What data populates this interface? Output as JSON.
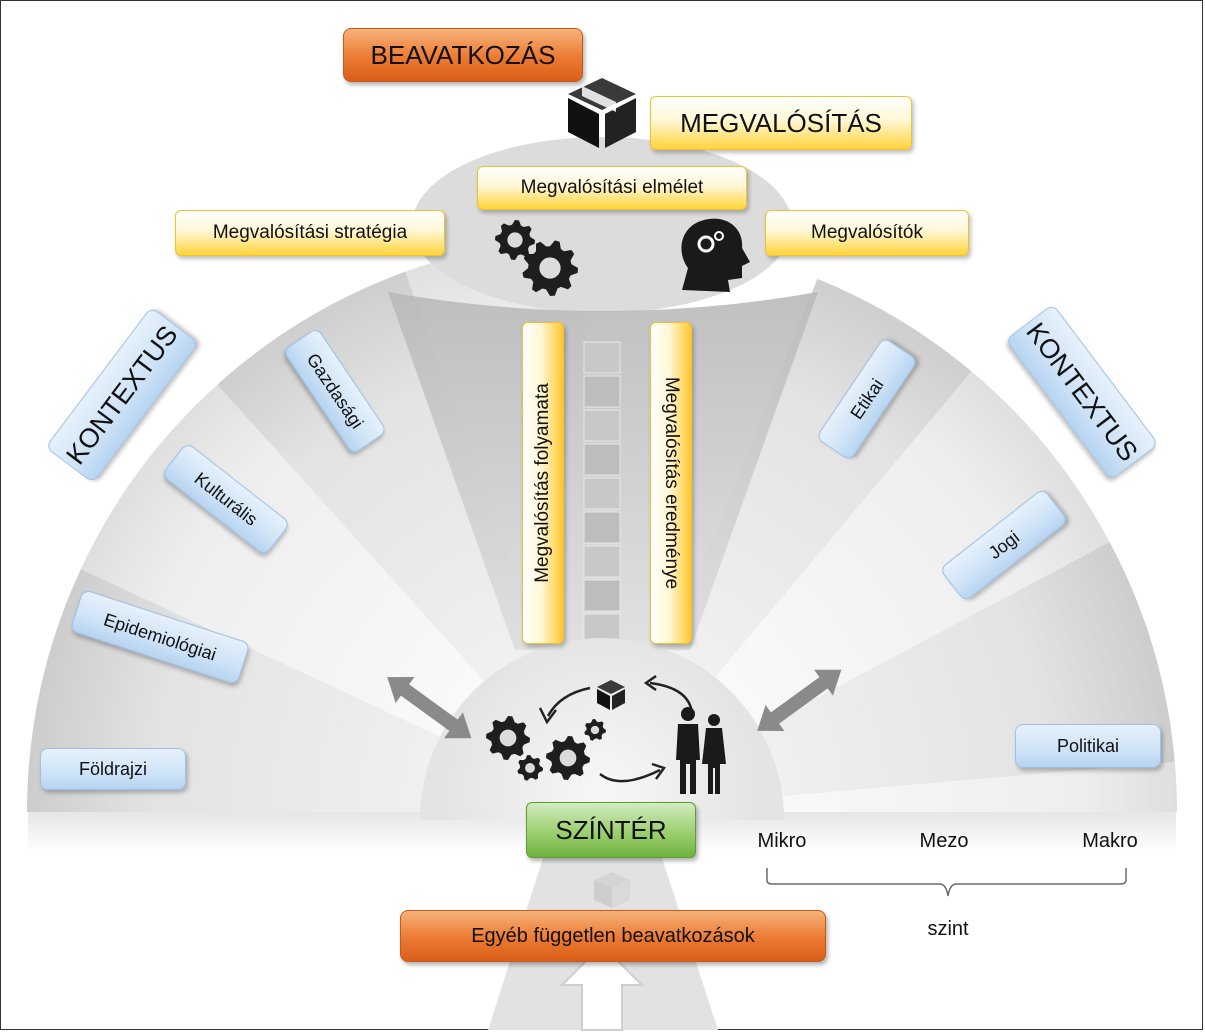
{
  "intervention": {
    "title": "BEAVATKOZÁS",
    "icon": "box-icon"
  },
  "implementation": {
    "title": "MEGVALÓSÍTÁS",
    "theory": "Megvalósítási elmélet",
    "strategy": "Megvalósítási stratégia",
    "implementers": "Megvalósítók",
    "process": "Megvalósítás folyamata",
    "outcome": "Megvalósítás eredménye"
  },
  "context": {
    "title": "KONTEXTUS",
    "factors": [
      "Gazdasági",
      "Kulturális",
      "Epidemiológiai",
      "Földrajzi",
      "Etikai",
      "Jogi",
      "Politikai"
    ]
  },
  "setting": {
    "title": "SZÍNTÉR",
    "levels": [
      "Mikro",
      "Mezo",
      "Makro"
    ],
    "level_caption": "szint"
  },
  "other": {
    "title": "Egyéb független beavatkozások"
  },
  "colors": {
    "orange": "#ec7a32",
    "yellow": "#ffd43a",
    "blue": "#cfe3f7",
    "green": "#9ccf6f",
    "gray": "#bdbdbd",
    "icon": "#222222"
  },
  "icons": [
    "box-icon",
    "gears-icon",
    "head-gears-icon",
    "people-icon",
    "cycle-arrow-icon",
    "double-arrow-icon",
    "up-arrow-icon"
  ]
}
